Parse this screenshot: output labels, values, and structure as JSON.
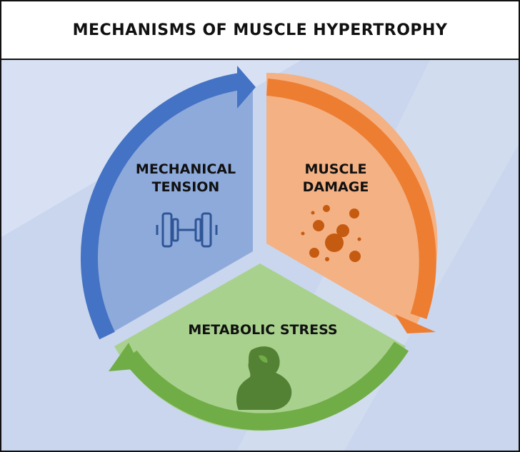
{
  "title": "MECHANISMS OF MUSCLE HYPERTROPHY",
  "segments": {
    "mechanical": {
      "line1": "MECHANICAL",
      "line2": "TENSION",
      "icon": "dumbbell-icon"
    },
    "damage": {
      "line1": "MUSCLE",
      "line2": "DAMAGE",
      "icon": "bubbles-icon"
    },
    "metabolic": {
      "line1": "METABOLIC STRESS",
      "icon": "flexed-arm-icon"
    }
  },
  "colors": {
    "background": "#c9d6ee",
    "blue_fill": "#8eaadb",
    "blue_arrow": "#4472c4",
    "orange_fill": "#f4b183",
    "orange_arrow": "#ed7d31",
    "green_fill": "#a9d18e",
    "green_arrow": "#70ad47",
    "icon_blue": "#2f5597",
    "icon_orange": "#c55a11",
    "icon_green": "#548235"
  }
}
